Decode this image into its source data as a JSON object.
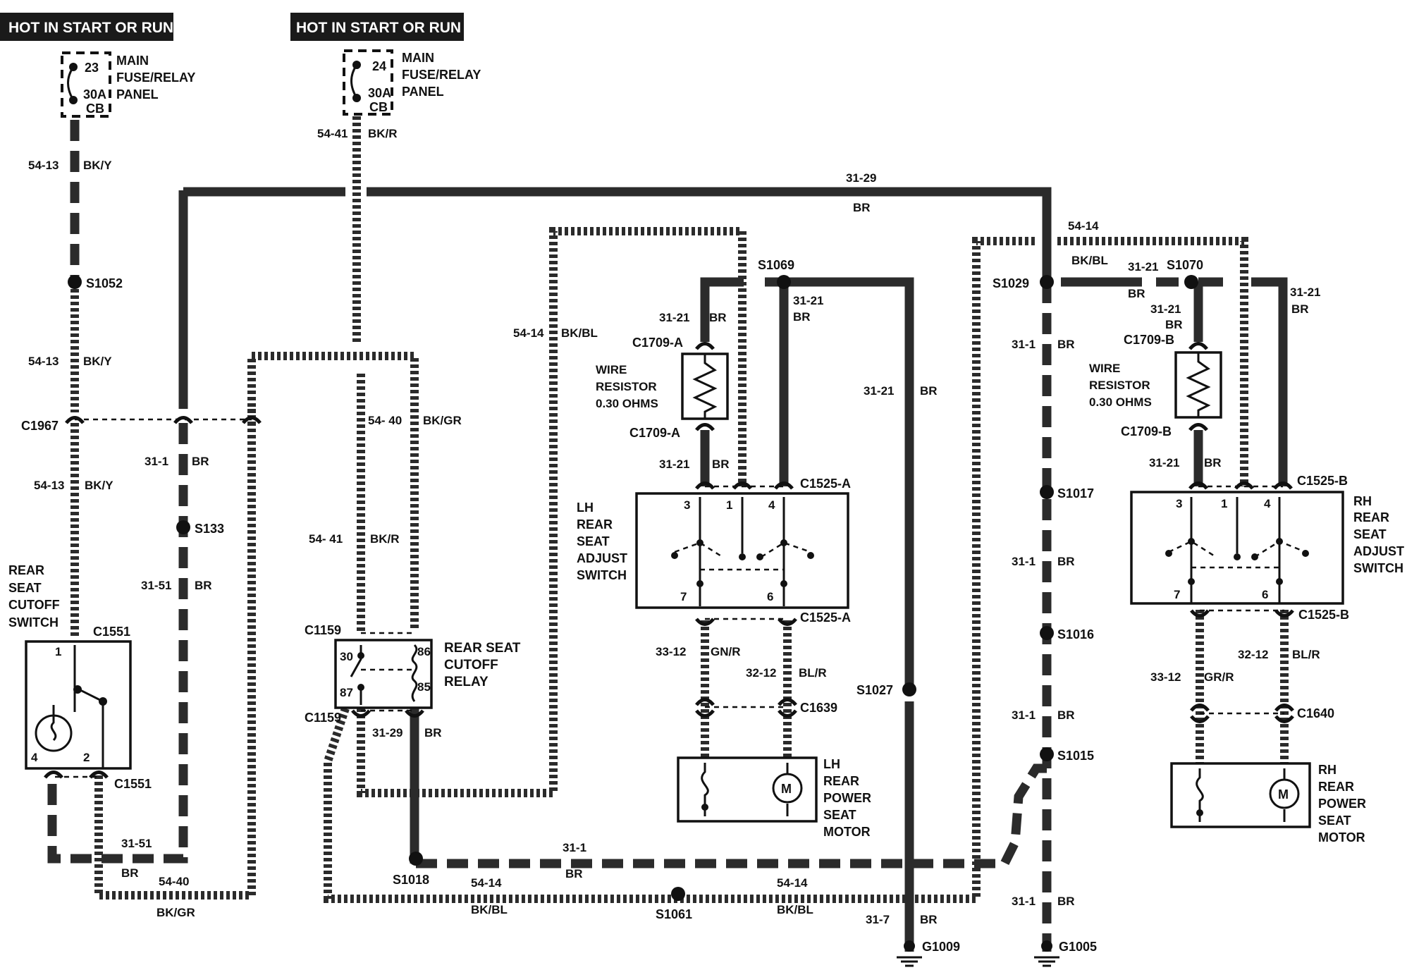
{
  "title_left": "HOT IN START OR RUN",
  "title_right": "HOT IN START OR RUN",
  "fuse_left": {
    "num": "23",
    "rating": "30A",
    "type": "CB",
    "panel": [
      "MAIN",
      "FUSE/RELAY",
      "PANEL"
    ]
  },
  "fuse_right": {
    "num": "24",
    "rating": "30A",
    "type": "CB",
    "panel": [
      "MAIN",
      "FUSE/RELAY",
      "PANEL"
    ]
  },
  "wire_labels": [
    {
      "circuit": "54-13",
      "color": "BK/Y"
    },
    {
      "circuit": "54-13",
      "color": "BK/Y"
    },
    {
      "circuit": "54-13",
      "color": "BK/Y"
    },
    {
      "circuit": "54-41",
      "color": "BK/R"
    },
    {
      "circuit": "54- 41",
      "color": "BK/R"
    },
    {
      "circuit": "54- 40",
      "color": "BK/GR"
    },
    {
      "circuit": "31-1",
      "color": "BR"
    },
    {
      "circuit": "31-51",
      "color": "BR"
    },
    {
      "circuit": "31-29",
      "color": "BR"
    },
    {
      "circuit": "54-14",
      "color": "BK/BL"
    },
    {
      "circuit": "54-14",
      "color": "BK/BL"
    },
    {
      "circuit": "31-21",
      "color": "BR"
    },
    {
      "circuit": "31-21",
      "color": "BR"
    },
    {
      "circuit": "31-21",
      "color": "BR"
    },
    {
      "circuit": "31-21",
      "color": "BR"
    },
    {
      "circuit": "31-21",
      "color": "BR"
    },
    {
      "circuit": "31-21",
      "color": "BR"
    },
    {
      "circuit": "31-21",
      "color": "BR"
    },
    {
      "circuit": "31-21",
      "color": "BR"
    },
    {
      "circuit": "31-1",
      "color": "BR"
    },
    {
      "circuit": "31-1",
      "color": "BR"
    },
    {
      "circuit": "31-1",
      "color": "BR"
    },
    {
      "circuit": "31-1",
      "color": "BR"
    },
    {
      "circuit": "33-12",
      "color": "GN/R"
    },
    {
      "circuit": "32-12",
      "color": "BL/R"
    },
    {
      "circuit": "33-12",
      "color": "GR/R"
    },
    {
      "circuit": "32-12",
      "color": "BL/R"
    },
    {
      "circuit": "31-29",
      "color": "BR"
    },
    {
      "circuit": "31-7",
      "color": "BR"
    }
  ],
  "splices": [
    "S1052",
    "S133",
    "S1018",
    "S1061",
    "S1069",
    "S1027",
    "S1029",
    "S1017",
    "S1016",
    "S1015",
    "S1070"
  ],
  "connectors": [
    "C1967",
    "C1551",
    "C1551",
    "C1159",
    "C1159",
    "C1709-A",
    "C1709-A",
    "C1525-A",
    "C1525-A",
    "C1639",
    "C1709-B",
    "C1709-B",
    "C1525-B",
    "C1525-B",
    "C1640"
  ],
  "grounds": [
    "G1009",
    "G1005"
  ],
  "components": {
    "cutoff_switch": [
      "REAR",
      "SEAT",
      "CUTOFF",
      "SWITCH"
    ],
    "relay": [
      "REAR SEAT",
      "CUTOFF",
      "RELAY"
    ],
    "relay_pins": [
      "30",
      "87",
      "86",
      "85"
    ],
    "resistor": [
      "WIRE",
      "RESISTOR",
      "0.30 OHMS"
    ],
    "lh_switch": [
      "LH",
      "REAR",
      "SEAT",
      "ADJUST",
      "SWITCH"
    ],
    "rh_switch": [
      "RH",
      "REAR",
      "SEAT",
      "ADJUST",
      "SWITCH"
    ],
    "lh_motor": [
      "LH",
      "REAR",
      "POWER",
      "SEAT",
      "MOTOR"
    ],
    "rh_motor": [
      "RH",
      "REAR",
      "POWER",
      "SEAT",
      "MOTOR"
    ],
    "switch_pins": [
      "3",
      "1",
      "4",
      "7",
      "6"
    ],
    "cutoff_pins": [
      "1",
      "4",
      "2"
    ],
    "motor_symbol": "M"
  },
  "bottom_labels": {
    "l1": "31-51",
    "l2": "BR",
    "l3": "54-40",
    "l4": "BK/GR",
    "l5": "31-1",
    "l6": "BR",
    "l7": "54-14",
    "l8": "BK/BL",
    "l9": "54-14",
    "l10": "BK/BL"
  }
}
